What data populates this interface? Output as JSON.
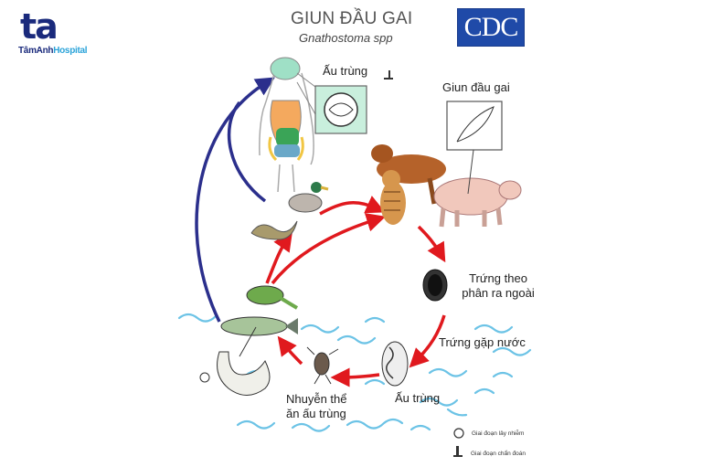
{
  "logo": {
    "mark": "ta",
    "name_part1": "TâmAnh",
    "name_part2": "Hospital"
  },
  "header": {
    "title": "GIUN ĐẦU GAI",
    "subtitle": "Gnathostoma spp",
    "agency_logo": "CDC"
  },
  "labels": {
    "human_larva": "Ấu trùng",
    "adult_worm": "Giun đầu gai",
    "eggs_feces_line1": "Trứng theo",
    "eggs_feces_line2": "phân ra ngoài",
    "eggs_water": "Trứng gặp nước",
    "larva_water": "Ấu trùng",
    "copepod_line1": "Nhuyễn thể",
    "copepod_line2": "ăn ấu trùng"
  },
  "legend": [
    {
      "icon": "biohazard-icon",
      "text": "Giai đoạn lây nhiễm"
    },
    {
      "icon": "microscope-icon",
      "text": "Giai đoạn chẩn đoán"
    }
  ],
  "colors": {
    "red_arrow": "#e0191e",
    "blue_arrow": "#2b2f8c",
    "water": "#6cc3e6",
    "brand_navy": "#1a2a7c",
    "brand_light": "#2aa3d9",
    "cdc_blue": "#1f4aa8"
  }
}
